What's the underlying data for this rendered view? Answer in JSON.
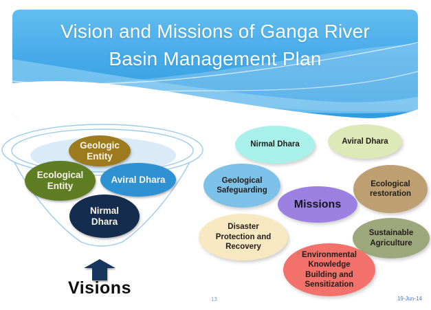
{
  "slide": {
    "title": {
      "line1": "Vision and Missions of Ganga River",
      "line2": "Basin Management Plan"
    },
    "footer": {
      "page_number": "13",
      "date": "19-Jun-14"
    },
    "colors": {
      "banner_top": "#63BDF0",
      "banner_bottom": "#2F9CE2",
      "funnel_outline": "#9DCBED",
      "funnel_inner_fill": "#D9EAF8",
      "arrow": "#17365D"
    }
  },
  "visions": {
    "heading": "Visions",
    "funnel_items": [
      {
        "label": "Geologic\nEntity",
        "color": "#9E7A1E"
      },
      {
        "label": "Ecological\nEntity",
        "color": "#5F7D23"
      },
      {
        "label": "Aviral Dhara",
        "color": "#2E91D2"
      },
      {
        "label": "Nirmal\nDhara",
        "color": "#142C4D"
      }
    ]
  },
  "missions": {
    "heading": "Missions",
    "heading_color": "#9C80E2",
    "items": [
      {
        "label": "Nirmal Dhara",
        "color": "#A9F0EA"
      },
      {
        "label": "Aviral Dhara",
        "color": "#DDE9B6"
      },
      {
        "label": "Geological\nSafeguarding",
        "color": "#7EC1E8"
      },
      {
        "label": "Ecological\nrestoration",
        "color": "#BD9F72"
      },
      {
        "label": "Disaster\nProtection and\nRecovery",
        "color": "#F7E8C2"
      },
      {
        "label": "Sustainable\nAgriculture",
        "color": "#9CA87B"
      },
      {
        "label": "Environmental\nKnowledge\nBuilding and\nSensitization",
        "color": "#F2716B"
      }
    ]
  }
}
